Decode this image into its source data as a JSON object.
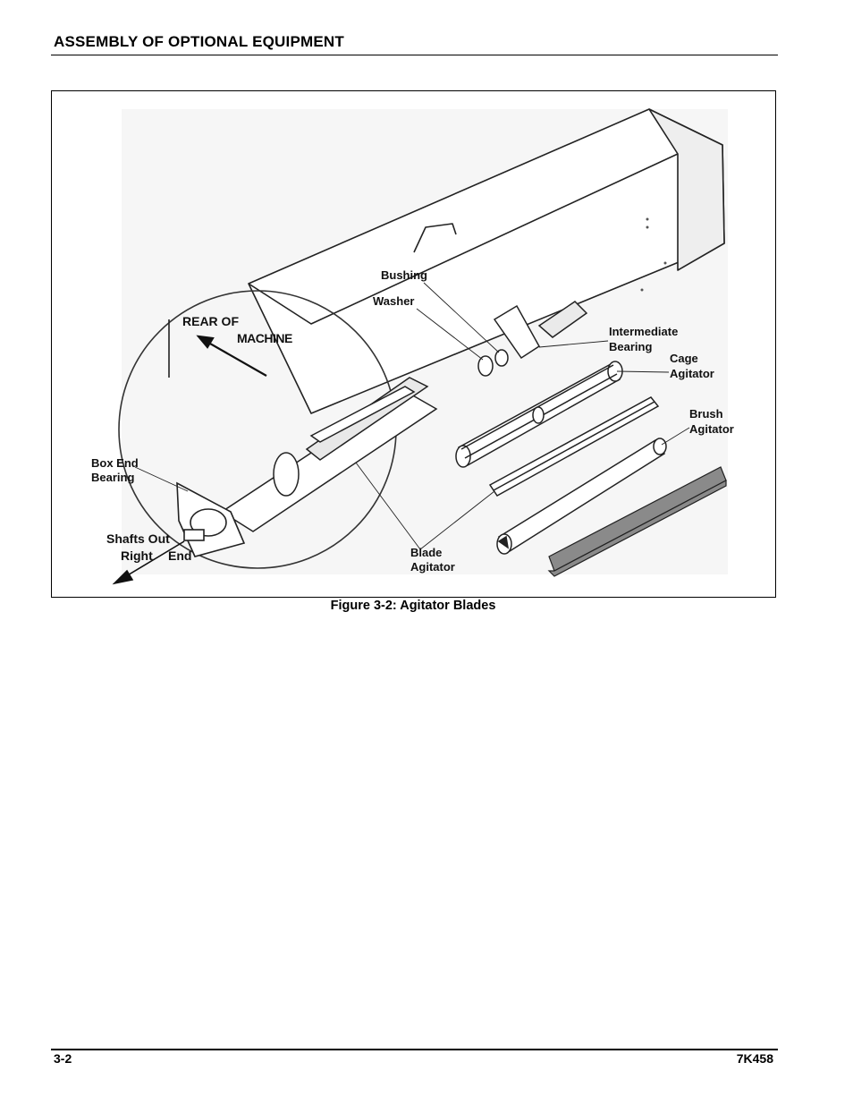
{
  "header": {
    "title": "ASSEMBLY OF OPTIONAL EQUIPMENT"
  },
  "figure": {
    "caption": "Figure 3-2:  Agitator Blades",
    "labels": {
      "bushing": "Bushing",
      "washer": "Washer",
      "rear_of": "REAR  OF",
      "machine": "MACHINE",
      "intermediate": "Intermediate",
      "bearing": "Bearing",
      "cage": "Cage",
      "agitator": "Agitator",
      "brush": "Brush",
      "box_end": "Box  End",
      "shafts_out": "Shafts Out",
      "right": "Right",
      "end": "End",
      "blade": "Blade"
    }
  },
  "footer": {
    "page_number": "3-2",
    "doc_code": "7K458"
  }
}
